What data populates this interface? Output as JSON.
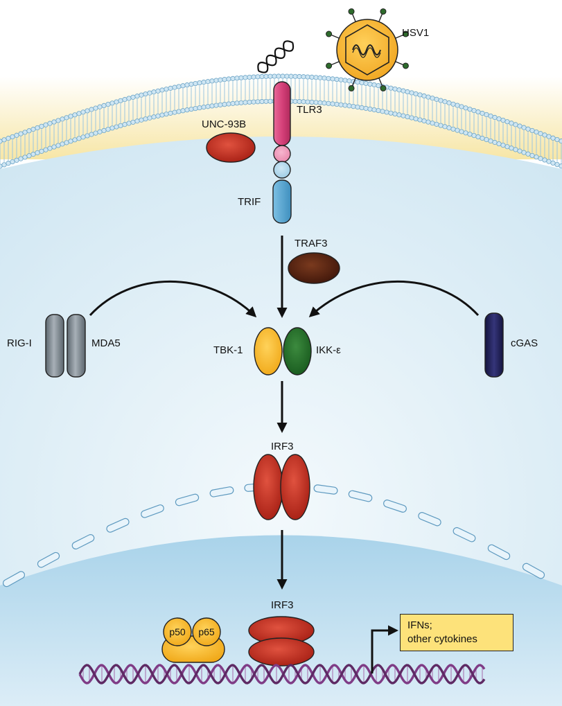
{
  "labels": {
    "hsv1": "HSV1",
    "tlr3": "TLR3",
    "unc93b": "UNC-93B",
    "trif": "TRIF",
    "traf3": "TRAF3",
    "rig1": "RIG-I",
    "mda5": "MDA5",
    "tbk1": "TBK-1",
    "ikke": "IKK-ε",
    "cgas": "cGAS",
    "irf3_cytoplasm": "IRF3",
    "irf3_nucleus": "IRF3",
    "p50": "p50",
    "p65": "p65"
  },
  "output": {
    "line1": "IFNs;",
    "line2": "other cytokines"
  },
  "colors": {
    "membrane": "#f7e6a6",
    "cytoplasm": "#dfeff7",
    "nucleus": "#bcdff0",
    "tlr3": "#d6417a",
    "unc93b": "#c8301f",
    "trif": "#59a9d3",
    "traf3": "#5a2410",
    "tbk1": "#f5b324",
    "ikke": "#236b2a",
    "irf3": "#c92d20",
    "rig_mda5": "#7d8890",
    "cgas": "#1f1f5c",
    "nfkb": "#f5b52a",
    "dna": "#7f3c86",
    "virus_capsid": "#f4b52f",
    "virus_spike": "#2e6b2c",
    "output_box": "#fde27a"
  }
}
